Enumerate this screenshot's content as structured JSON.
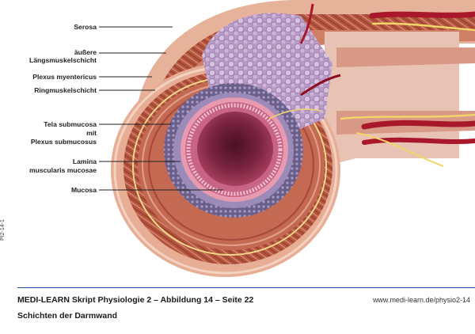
{
  "figure": {
    "side_code": "PI2-14-1",
    "labels": {
      "serosa": "Serosa",
      "laengsmuskel_1": "äußere",
      "laengsmuskel_2": "Längsmuskelschicht",
      "plexus_myentericus": "Plexus myentericus",
      "ringmuskel": "Ringmuskelschicht",
      "tela_1": "Tela submucosa",
      "tela_2": "mit",
      "tela_3": "Plexus submucosus",
      "lamina_1": "Lamina",
      "lamina_2": "muscularis mucosae",
      "mucosa": "Mucosa"
    }
  },
  "footer": {
    "title": "MEDI-LEARN Skript Physiologie 2 – Abbildung 14 – Seite 22",
    "subtitle": "Schichten der Darmwand",
    "url": "www.medi-learn.de/physio2-14"
  }
}
